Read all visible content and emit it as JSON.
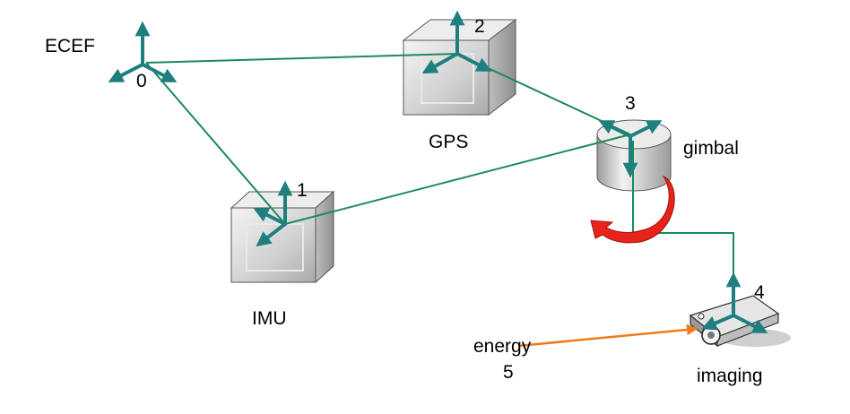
{
  "labels": {
    "ecef": "ECEF",
    "frame0": "0",
    "frame1": "1",
    "frame2": "2",
    "frame3": "3",
    "frame4": "4",
    "gps": "GPS",
    "imu": "IMU",
    "gimbal": "gimbal",
    "imaging": "imaging",
    "energy": "energy",
    "energy_num": "5"
  },
  "colors": {
    "link_line": "#1b8a5a",
    "axis": "#1f7f7f",
    "rotation_arrow": "#e8231c",
    "energy_arrow": "#f07a1a",
    "device_fill": "#d9d9d9"
  },
  "icons": [
    "gps-box-icon",
    "imu-box-icon",
    "gimbal-cylinder-icon",
    "imaging-projector-icon",
    "rotation-arrow-icon"
  ]
}
